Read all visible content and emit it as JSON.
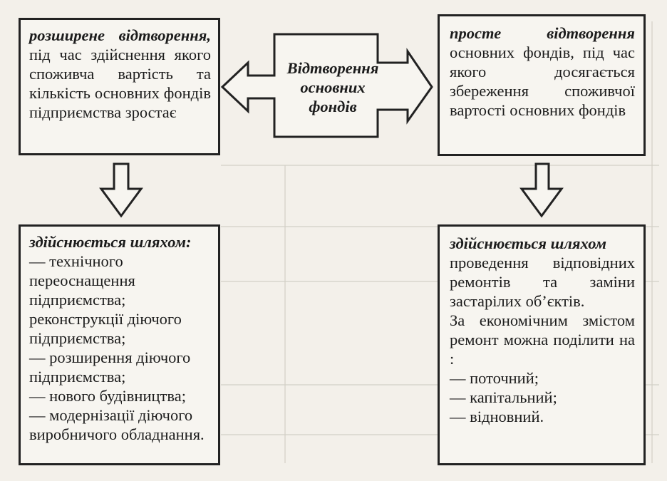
{
  "diagram": {
    "center": {
      "title": "Відтворення основних фондів"
    },
    "left_top": {
      "term": "розширене відтворення,",
      "text": " під час здійснення якого споживча вартість та кількість основних фондів підприємства зростає"
    },
    "right_top": {
      "term": "просте відтворення",
      "text": " основних фондів, під час якого досягається збереження споживчої вартості основних фондів"
    },
    "left_bottom": {
      "heading": "здійснюється шляхом:",
      "items": [
        "— технічного переоснащення підприємства;",
        "реконструкції діючого підприємства;",
        "— розширення діючого підприємства;",
        "— нового будівництва;",
        "— модернізації діючого виробничого обладнання."
      ]
    },
    "right_bottom": {
      "heading": "здійснюється шляхом",
      "text1": "проведення відповідних ремонтів та заміни застарілих об’єктів.",
      "text2": "За економічним змістом ремонт можна поділити на :",
      "items": [
        "— поточний;",
        "— капітальний;",
        "— відновний."
      ]
    }
  },
  "colors": {
    "ink": "#222222",
    "paper": "#f3f0ea",
    "ghost": "#b9b5ac"
  }
}
